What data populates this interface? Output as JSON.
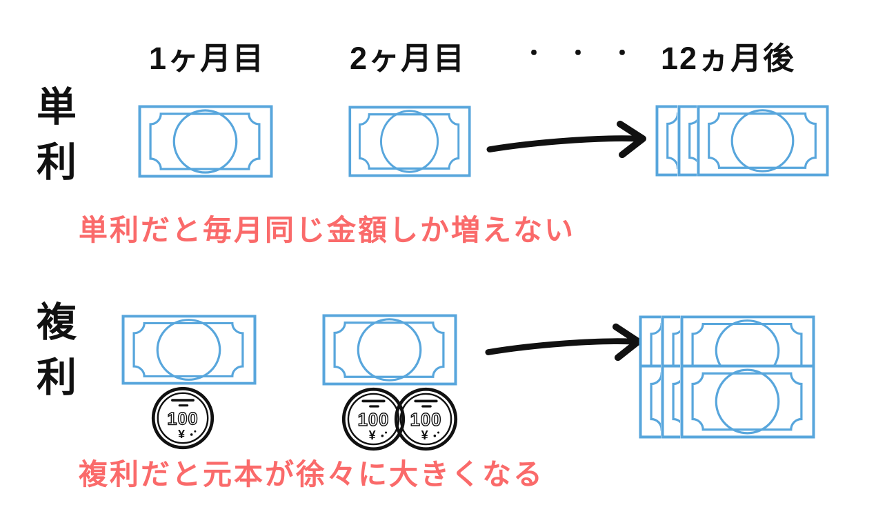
{
  "palette": {
    "bill_blue": "#58a6dc",
    "accent_red": "#fa6a6a",
    "ink": "#111111",
    "background": "#ffffff"
  },
  "header": {
    "columns": [
      "1ヶ月目",
      "2ヶ月目",
      "12ヵ月後"
    ],
    "ellipsis": "・・・"
  },
  "coin": {
    "value": "100",
    "currency": "¥"
  },
  "rows": [
    {
      "id": "simple-interest",
      "label": "単利",
      "caption": "単利だと毎月同じ金額しか増えない",
      "cells": [
        {
          "column": "1ヶ月目",
          "bills": 1,
          "coins": 0
        },
        {
          "column": "2ヶ月目",
          "bills": 1,
          "coins": 0
        },
        {
          "column": "12ヵ月後",
          "bills": 3,
          "coins": 0
        }
      ]
    },
    {
      "id": "compound-interest",
      "label": "複利",
      "caption": "複利だと元本が徐々に大きくなる",
      "cells": [
        {
          "column": "1ヶ月目",
          "bills": 1,
          "coins": 1
        },
        {
          "column": "2ヶ月目",
          "bills": 1,
          "coins": 2
        },
        {
          "column": "12ヵ月後",
          "bills": 6,
          "coins": 0
        }
      ]
    }
  ]
}
